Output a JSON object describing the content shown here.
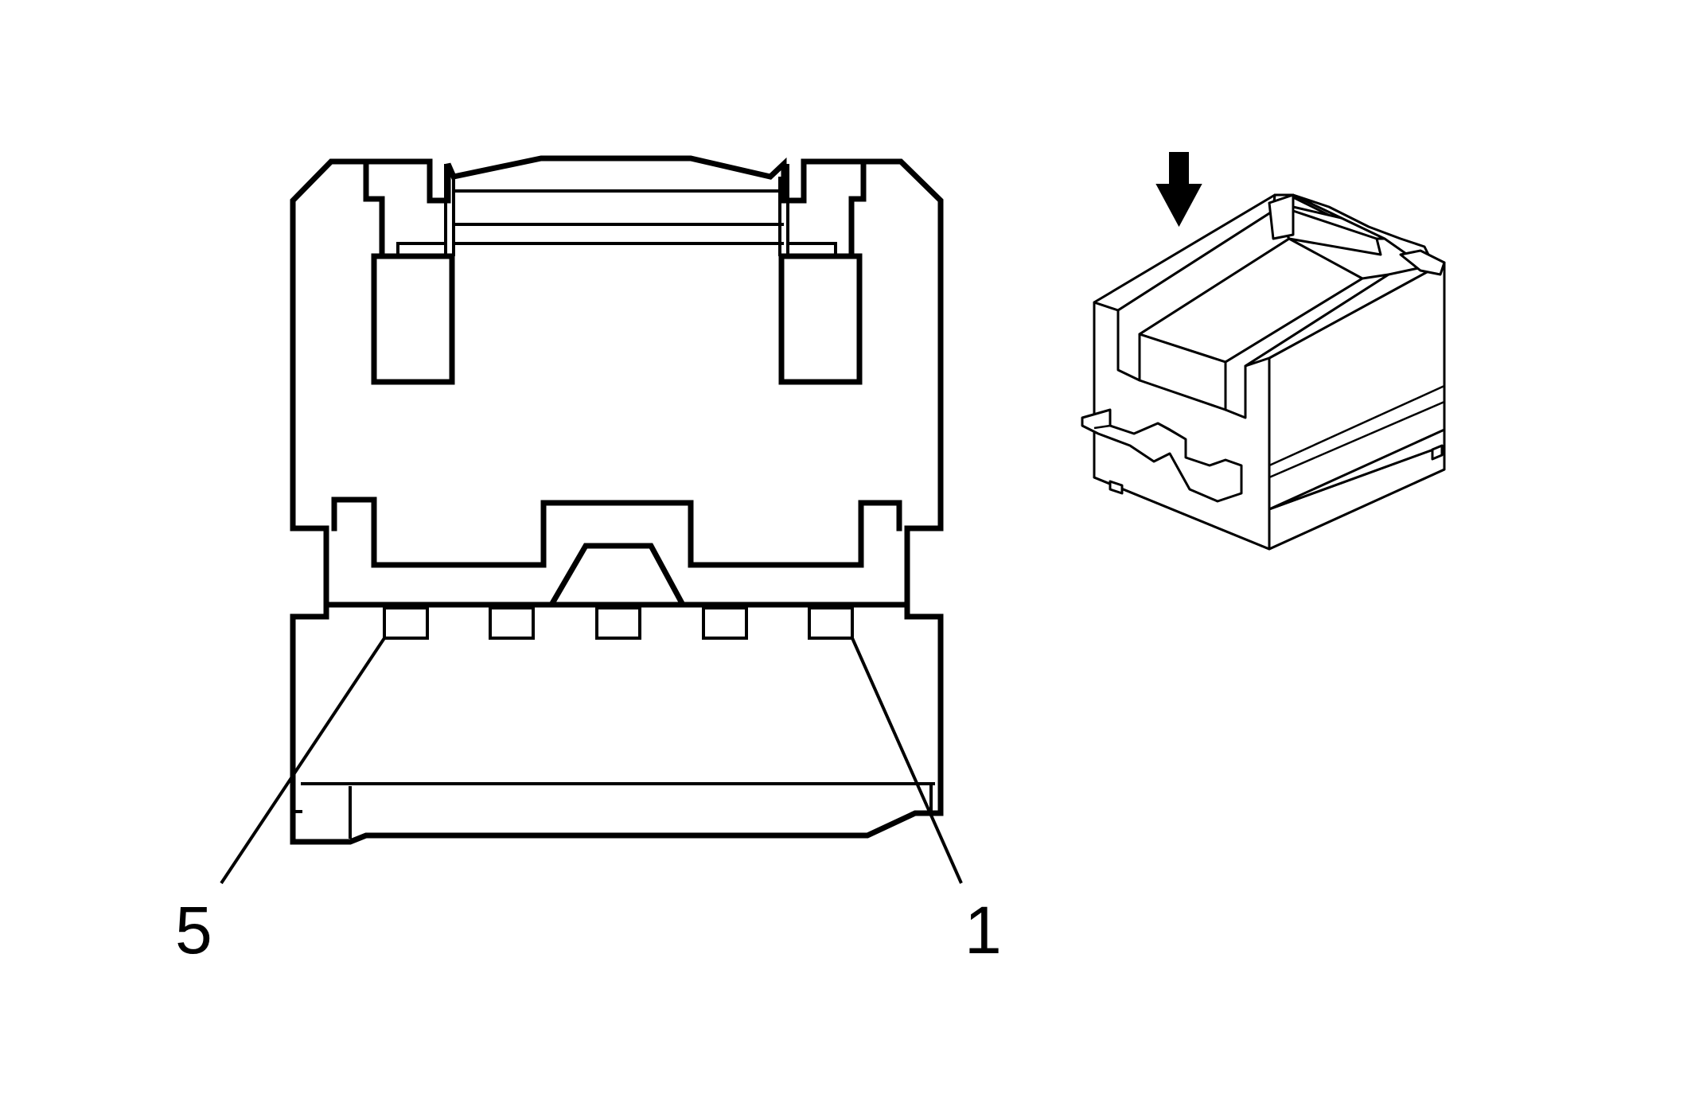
{
  "connector_face_view": {
    "pin_labels": [
      {
        "id": "pin-5",
        "text": "5"
      },
      {
        "id": "pin-1",
        "text": "1"
      }
    ],
    "pin_count_drawn": 5
  },
  "connector_isometric_view": {
    "arrow_icon": "down-arrow-icon"
  },
  "colors": {
    "line": "#000000",
    "background": "#ffffff"
  }
}
